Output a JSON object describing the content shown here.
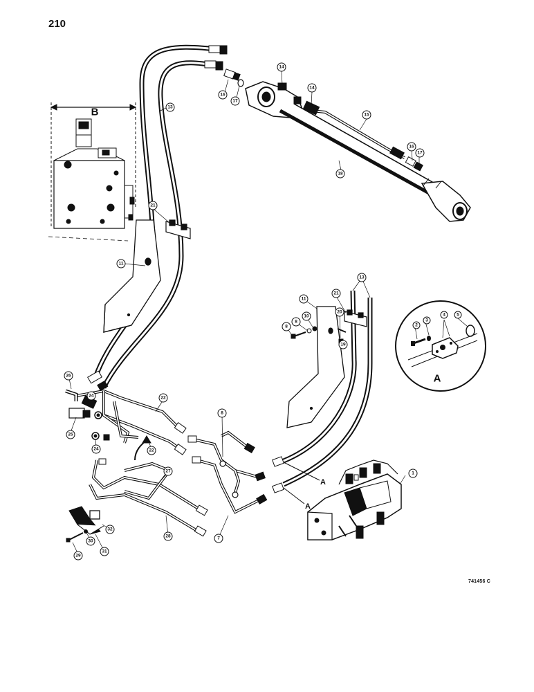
{
  "page": {
    "number": "210",
    "figure_code": "741456 C"
  },
  "views": {
    "b_label": "B",
    "a_label": "A"
  },
  "pointer_labels": {
    "a_upper": "A",
    "a_lower": "A"
  },
  "callouts": {
    "c1": "1",
    "c2": "2",
    "c3": "3",
    "c4": "4",
    "c5": "5",
    "c7": "7",
    "c8a": "8",
    "c8b": "8",
    "c10": "10",
    "c11a": "11",
    "c11b": "11",
    "c13a": "13",
    "c13b": "13",
    "c14a": "14",
    "c14b": "14",
    "c15": "15",
    "c16a": "16",
    "c16b": "16",
    "c17a": "17",
    "c17b": "17",
    "c18": "18",
    "c19": "19",
    "c20": "20",
    "c21a": "21",
    "c21b": "21",
    "c22a": "22",
    "c22b": "22",
    "c24a": "24",
    "c24b": "24",
    "c25": "25",
    "c26": "26",
    "c27": "27",
    "c28": "28",
    "c29": "29",
    "c30": "30",
    "c31": "31",
    "c32": "32"
  },
  "colors": {
    "ink": "#111111",
    "paper": "#ffffff"
  }
}
